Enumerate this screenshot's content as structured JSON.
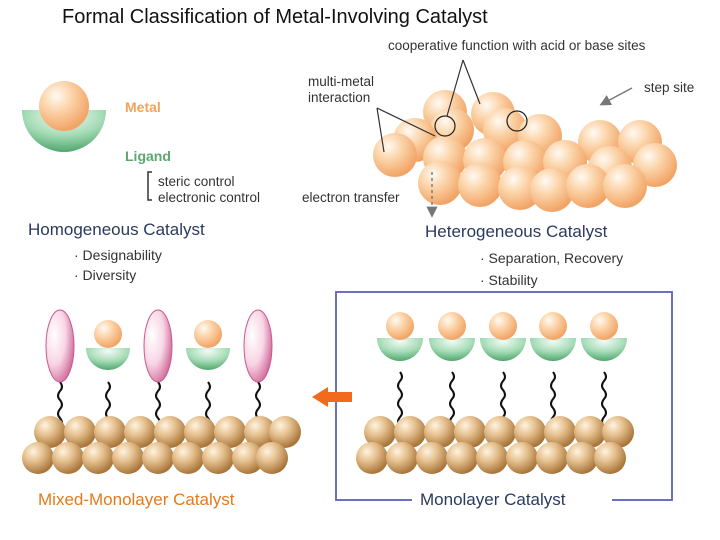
{
  "title": "Formal Classification of Metal-Involving Catalyst",
  "legend": {
    "metal": "Metal",
    "ligand": "Ligand",
    "steric": "steric control",
    "electronic": "electronic  control"
  },
  "annotations": {
    "cooperative": "cooperative function with acid or base sites",
    "multimetal_1": "multi-metal",
    "multimetal_2": "interaction",
    "step_site": "step site",
    "electron_transfer": "electron transfer"
  },
  "homogeneous": {
    "title": "Homogeneous Catalyst",
    "bullets": [
      "· Designability",
      "· Diversity"
    ]
  },
  "heterogeneous": {
    "title": "Heterogeneous Catalyst",
    "bullets": [
      "· Separation, Recovery",
      "· Stability"
    ]
  },
  "mixed": {
    "label": "Mixed-Monolayer Catalyst"
  },
  "monolayer": {
    "label": "Monolayer Catalyst"
  },
  "colors": {
    "metal": "#f4b27a",
    "ligand": "#7cc795",
    "pink": "#e9a6c4",
    "gold": "#c89a63",
    "frame": "#6a6fc0",
    "arrow": "#f26b1d"
  }
}
